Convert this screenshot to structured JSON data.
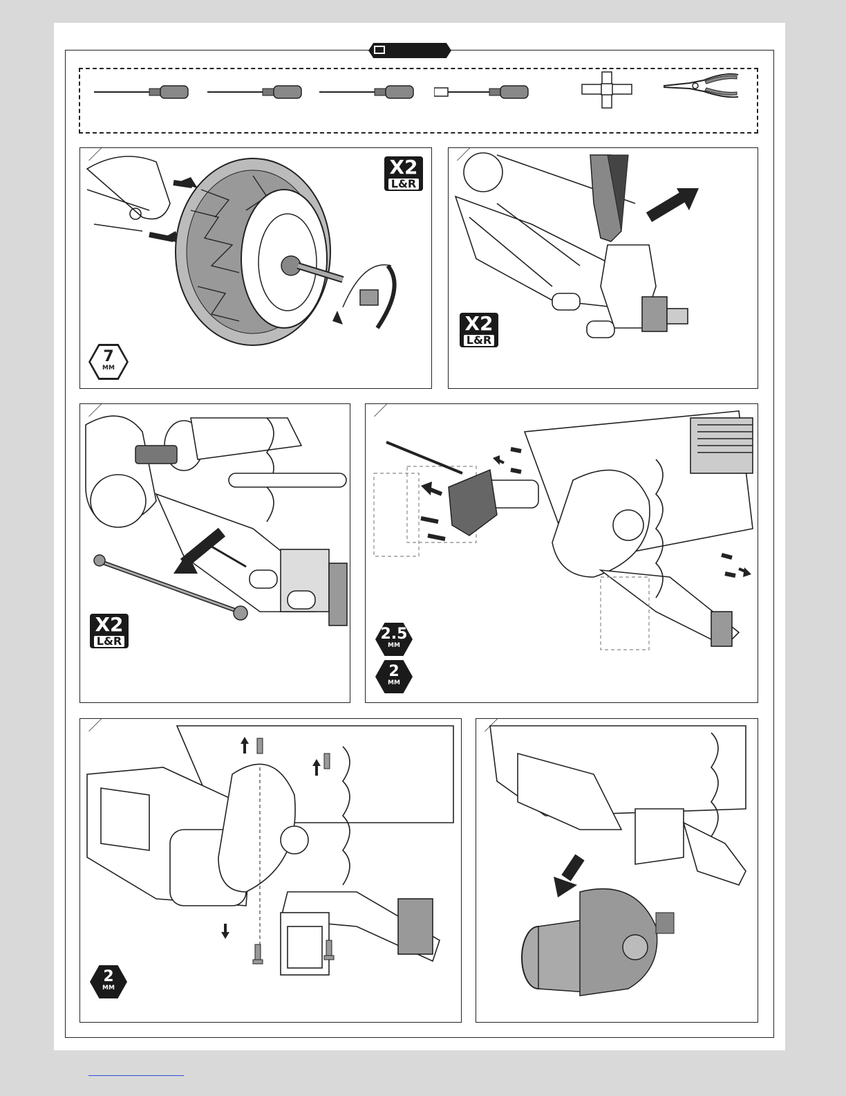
{
  "page": {
    "background": "#d9d9d9",
    "ink": "#1a1a1a"
  },
  "tools": {
    "icon": "laptop-icon",
    "items": [
      "screwdriver-icon",
      "screwdriver-icon",
      "screwdriver-icon",
      "nut-driver-icon",
      "cross-wrench-icon",
      "pliers-icon"
    ]
  },
  "steps": [
    {
      "id": "step-1",
      "badge_text": "X2",
      "badge_sub": "L&R",
      "hex_size": "7",
      "hex_unit": "MM"
    },
    {
      "id": "step-2",
      "badge_text": "X2",
      "badge_sub": "L&R"
    },
    {
      "id": "step-3",
      "badge_text": "X2",
      "badge_sub": "L&R"
    },
    {
      "id": "step-4",
      "hex_a_size": "2.5",
      "hex_a_unit": "MM",
      "hex_b_size": "2",
      "hex_b_unit": "MM"
    },
    {
      "id": "step-5",
      "hex_size": "2",
      "hex_unit": "MM"
    },
    {
      "id": "step-6"
    }
  ]
}
